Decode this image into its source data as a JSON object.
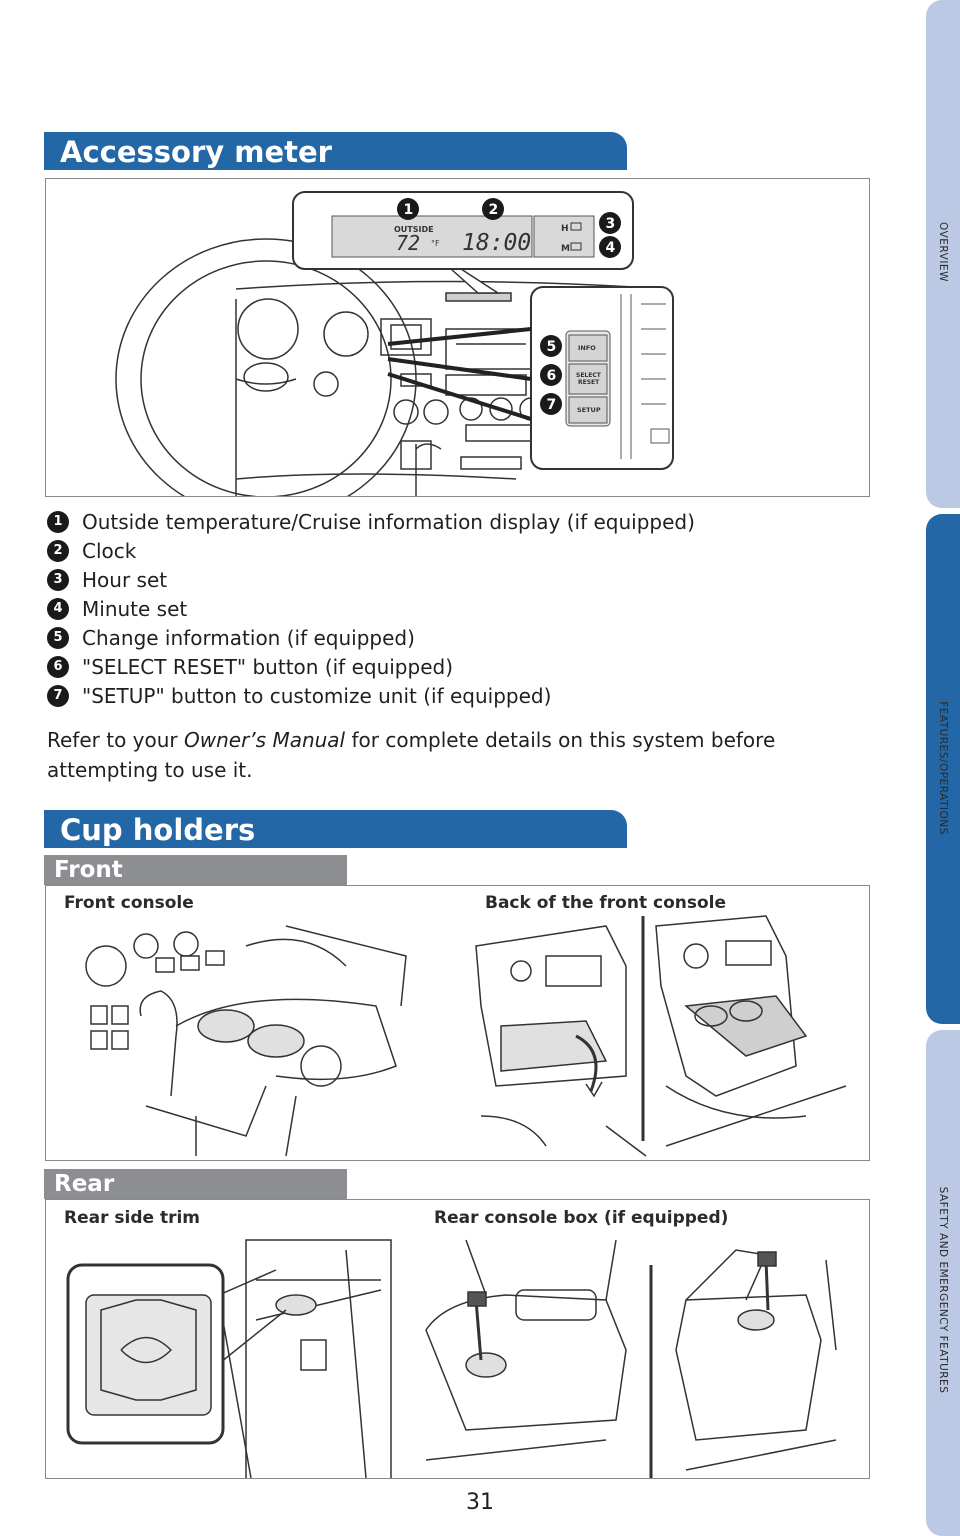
{
  "side_tabs": [
    {
      "label": "OVERVIEW",
      "color": "#bcc9e4"
    },
    {
      "label": "FEATURES/OPERATIONS",
      "color": "#2467a6"
    },
    {
      "label": "SAFETY AND EMERGENCY FEATURES",
      "color": "#bcc9e4"
    }
  ],
  "accessory_meter": {
    "title": "Accessory meter",
    "display": {
      "outside_label": "OUTSIDE",
      "temperature": "72",
      "unit": "°F",
      "clock": "18:00",
      "h_label": "H",
      "m_label": "M"
    },
    "buttons": {
      "info": "INFO",
      "select_reset_1": "SELECT",
      "select_reset_2": "RESET",
      "setup": "SETUP"
    },
    "callouts": [
      "1",
      "2",
      "3",
      "4",
      "5",
      "6",
      "7"
    ],
    "legend": [
      {
        "num": "1",
        "text": "Outside temperature/Cruise information display (if equipped)"
      },
      {
        "num": "2",
        "text": "Clock"
      },
      {
        "num": "3",
        "text": "Hour set"
      },
      {
        "num": "4",
        "text": "Minute set"
      },
      {
        "num": "5",
        "text": "Change information (if equipped)"
      },
      {
        "num": "6",
        "text": "\"SELECT RESET\" button (if equipped)"
      },
      {
        "num": "7",
        "text": "\"SETUP\" button to customize unit (if equipped)"
      }
    ],
    "note_before": "Refer to your ",
    "note_emphasis": "Owner’s Manual",
    "note_after": " for complete details on this system before attempting to use it."
  },
  "cup_holders": {
    "title": "Cup holders",
    "front": {
      "label": "Front",
      "caption_left": "Front console",
      "caption_right": "Back of the front console"
    },
    "rear": {
      "label": "Rear",
      "caption_left": "Rear side trim",
      "caption_right": "Rear console box (if equipped)"
    }
  },
  "page_number": "31"
}
